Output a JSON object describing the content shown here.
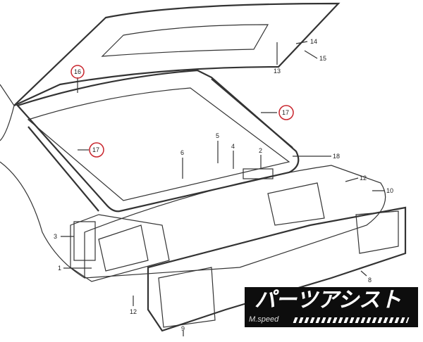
{
  "diagram": {
    "part_labels": {
      "p14": "14",
      "p15": "15",
      "p13": "13",
      "p16": "16",
      "p17a": "17",
      "p17b": "17",
      "p5": "5",
      "p4": "4",
      "p6": "6",
      "p2": "2",
      "p18": "18",
      "p12a": "12",
      "p10": "10",
      "p3": "3",
      "p1": "1",
      "p8": "8",
      "p12b": "12",
      "p9": "9"
    },
    "highlighted_parts": [
      "16",
      "17"
    ],
    "highlight_color": "#c8242c"
  },
  "logo": {
    "title": "パーツアシスト",
    "subtitle": "M.speed"
  }
}
